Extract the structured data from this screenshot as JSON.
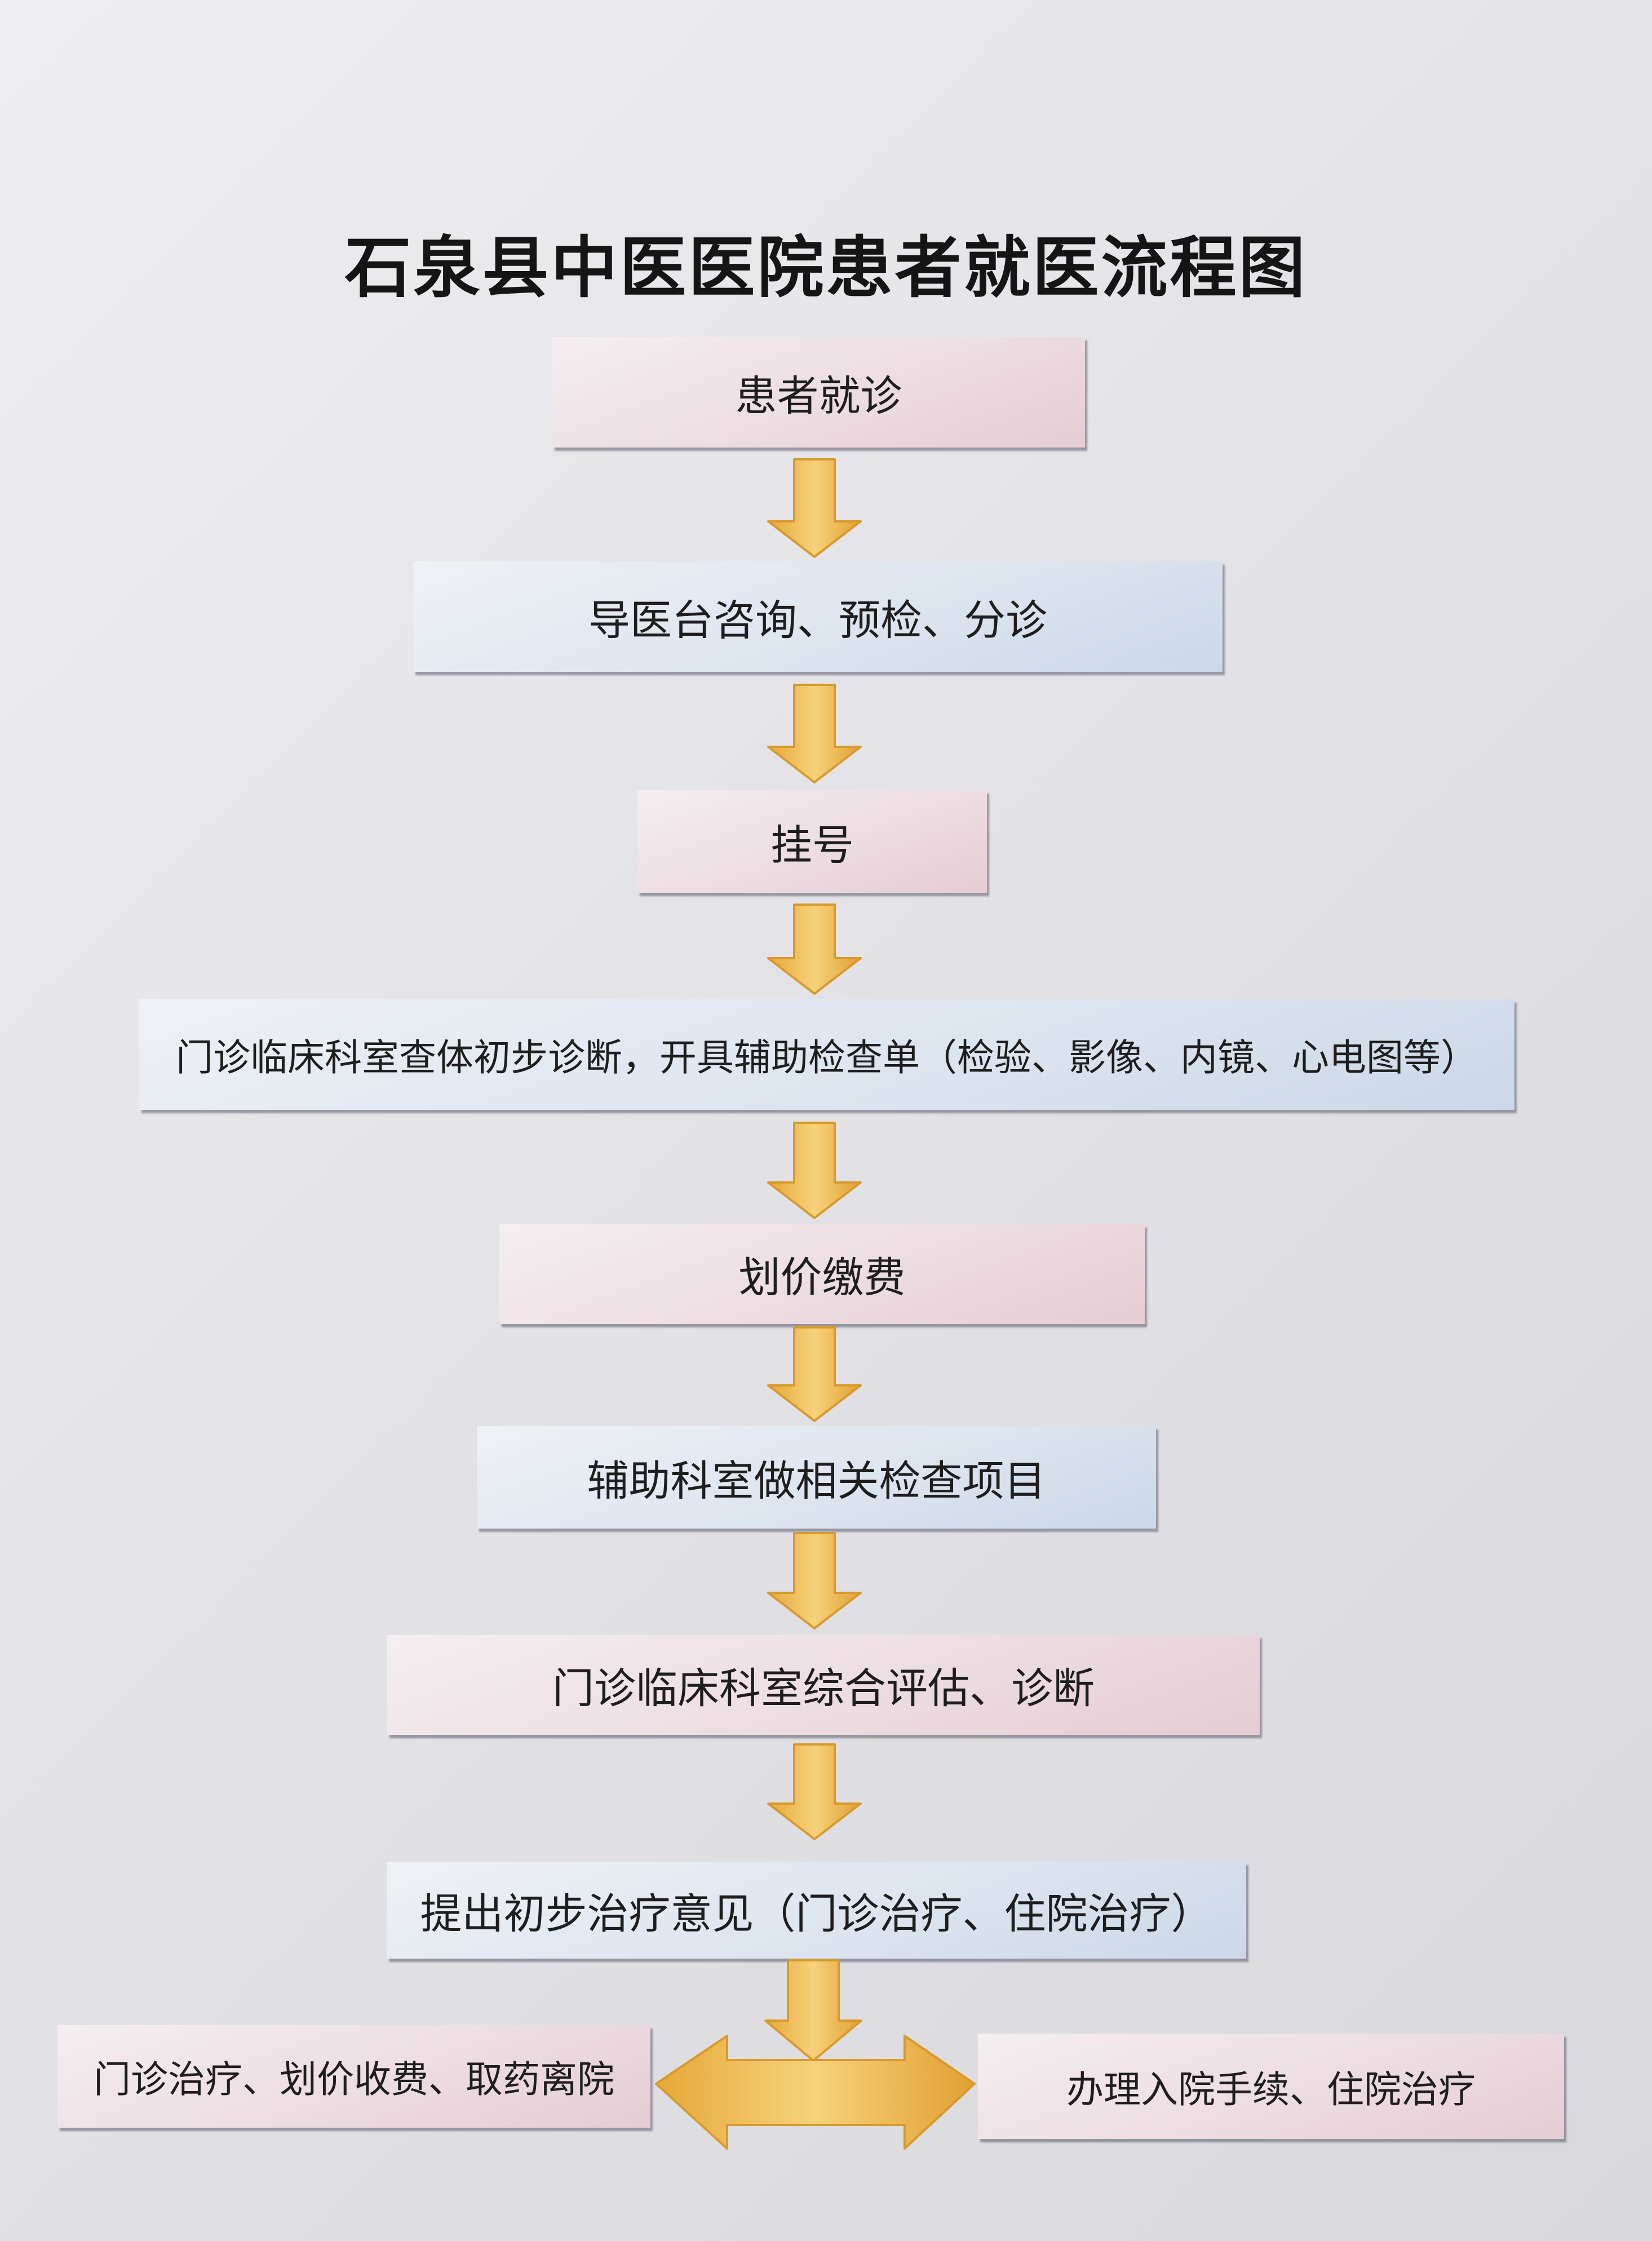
{
  "title": "石泉县中医医院患者就医流程图",
  "steps": [
    "患者就诊",
    "导医台咨询、预检、分诊",
    "挂号",
    "门诊临床科室查体初步诊断，开具辅助检查单（检验、影像、内镜、心电图等）",
    "划价缴费",
    "辅助科室做相关检查项目",
    "门诊临床科室综合评估、诊断",
    "提出初步治疗意见（门诊治疗、住院治疗）"
  ],
  "branches": {
    "left": "门诊治疗、划价收费、取药离院",
    "right": "办理入院手续、住院治疗"
  },
  "colors": {
    "arrow_fill": "#f0c25a",
    "arrow_stroke": "#d99a2c",
    "box_pink": "#ecdde2",
    "box_blue": "#dde5ef"
  }
}
